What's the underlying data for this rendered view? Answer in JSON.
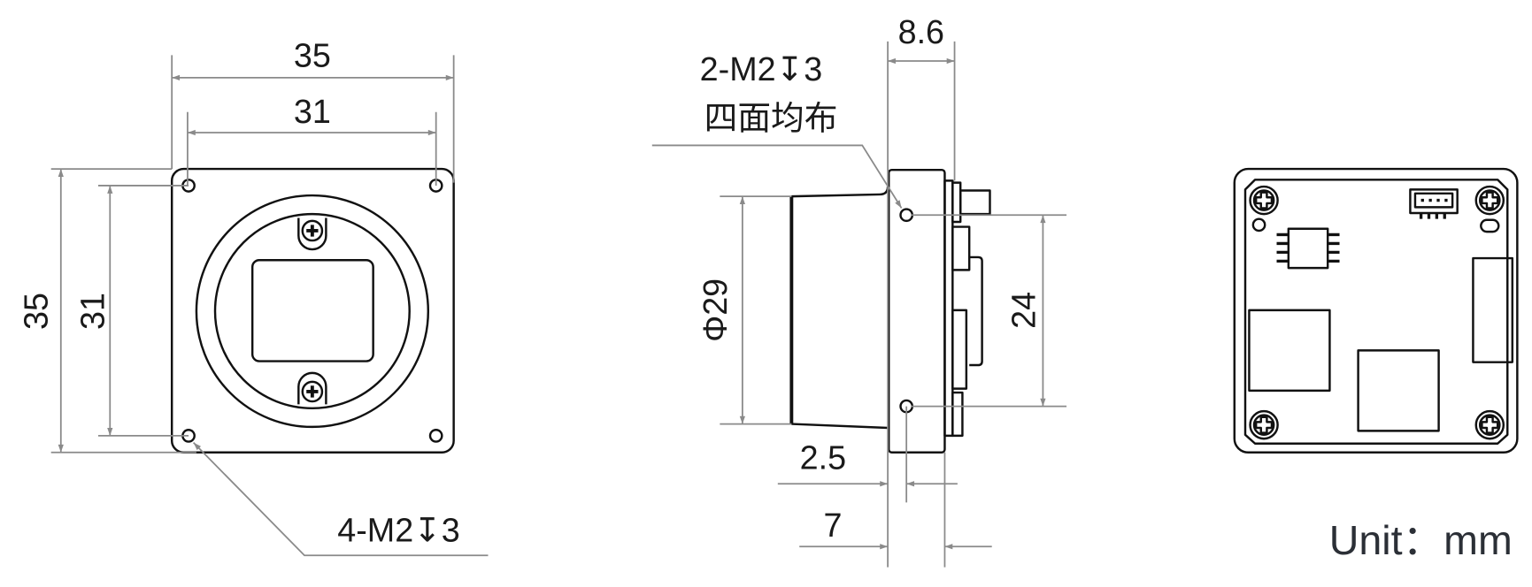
{
  "front_view": {
    "width_outer": "35",
    "width_holes": "31",
    "height_outer": "35",
    "height_holes": "31",
    "hole_note": "4-M2↧3"
  },
  "side_view": {
    "depth_back": "8.6",
    "hole_note": "2-M2↧3",
    "hole_note_sub": "四面均布",
    "lens_diameter": "Φ29",
    "hole_spacing": "24",
    "hole_offset": "2.5",
    "body_depth": "7"
  },
  "back_view": {
    "unit_label": "Unit：mm"
  },
  "colors": {
    "outline": "#111111",
    "dimension": "#8a8a8a"
  }
}
